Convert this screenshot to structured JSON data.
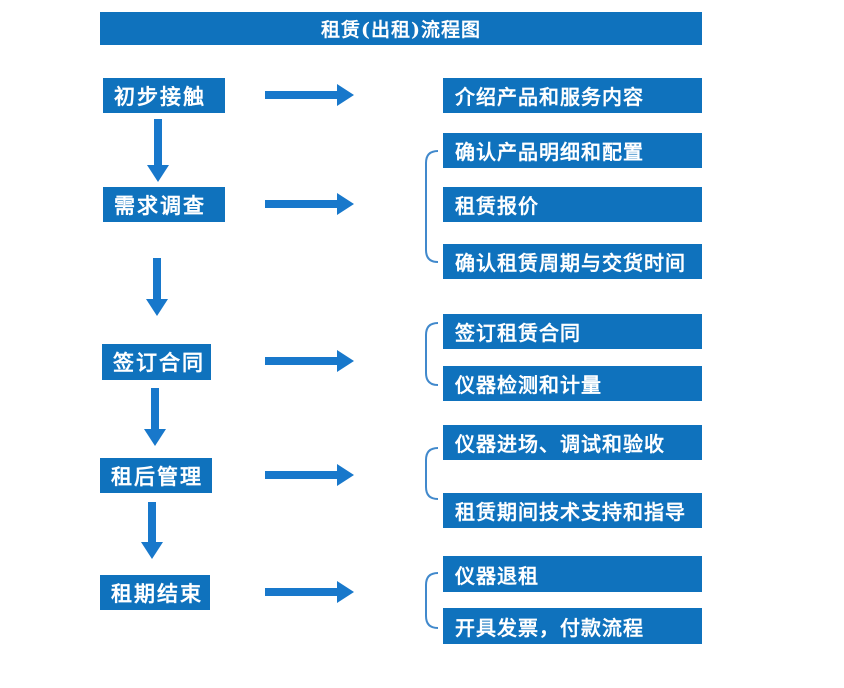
{
  "title": "租赁(出租)流程图",
  "colors": {
    "box_blue": "#0f72bd",
    "arrow_blue": "#1878cb",
    "bracket_blue": "#4189cc",
    "text_white": "#ffffff",
    "background": "#ffffff"
  },
  "rows": [
    {
      "stage": "初步接触",
      "outputs": [
        "介绍产品和服务内容"
      ]
    },
    {
      "stage": "需求调查",
      "outputs": [
        "确认产品明细和配置",
        "租赁报价",
        "确认租赁周期与交货时间"
      ]
    },
    {
      "stage": "签订合同",
      "outputs": [
        "签订租赁合同",
        "仪器检测和计量"
      ]
    },
    {
      "stage": "租后管理",
      "outputs": [
        "仪器进场、调试和验收",
        "租赁期间技术支持和指导"
      ]
    },
    {
      "stage": "租期结束",
      "outputs": [
        "仪器退租",
        "开具发票，付款流程"
      ]
    }
  ]
}
